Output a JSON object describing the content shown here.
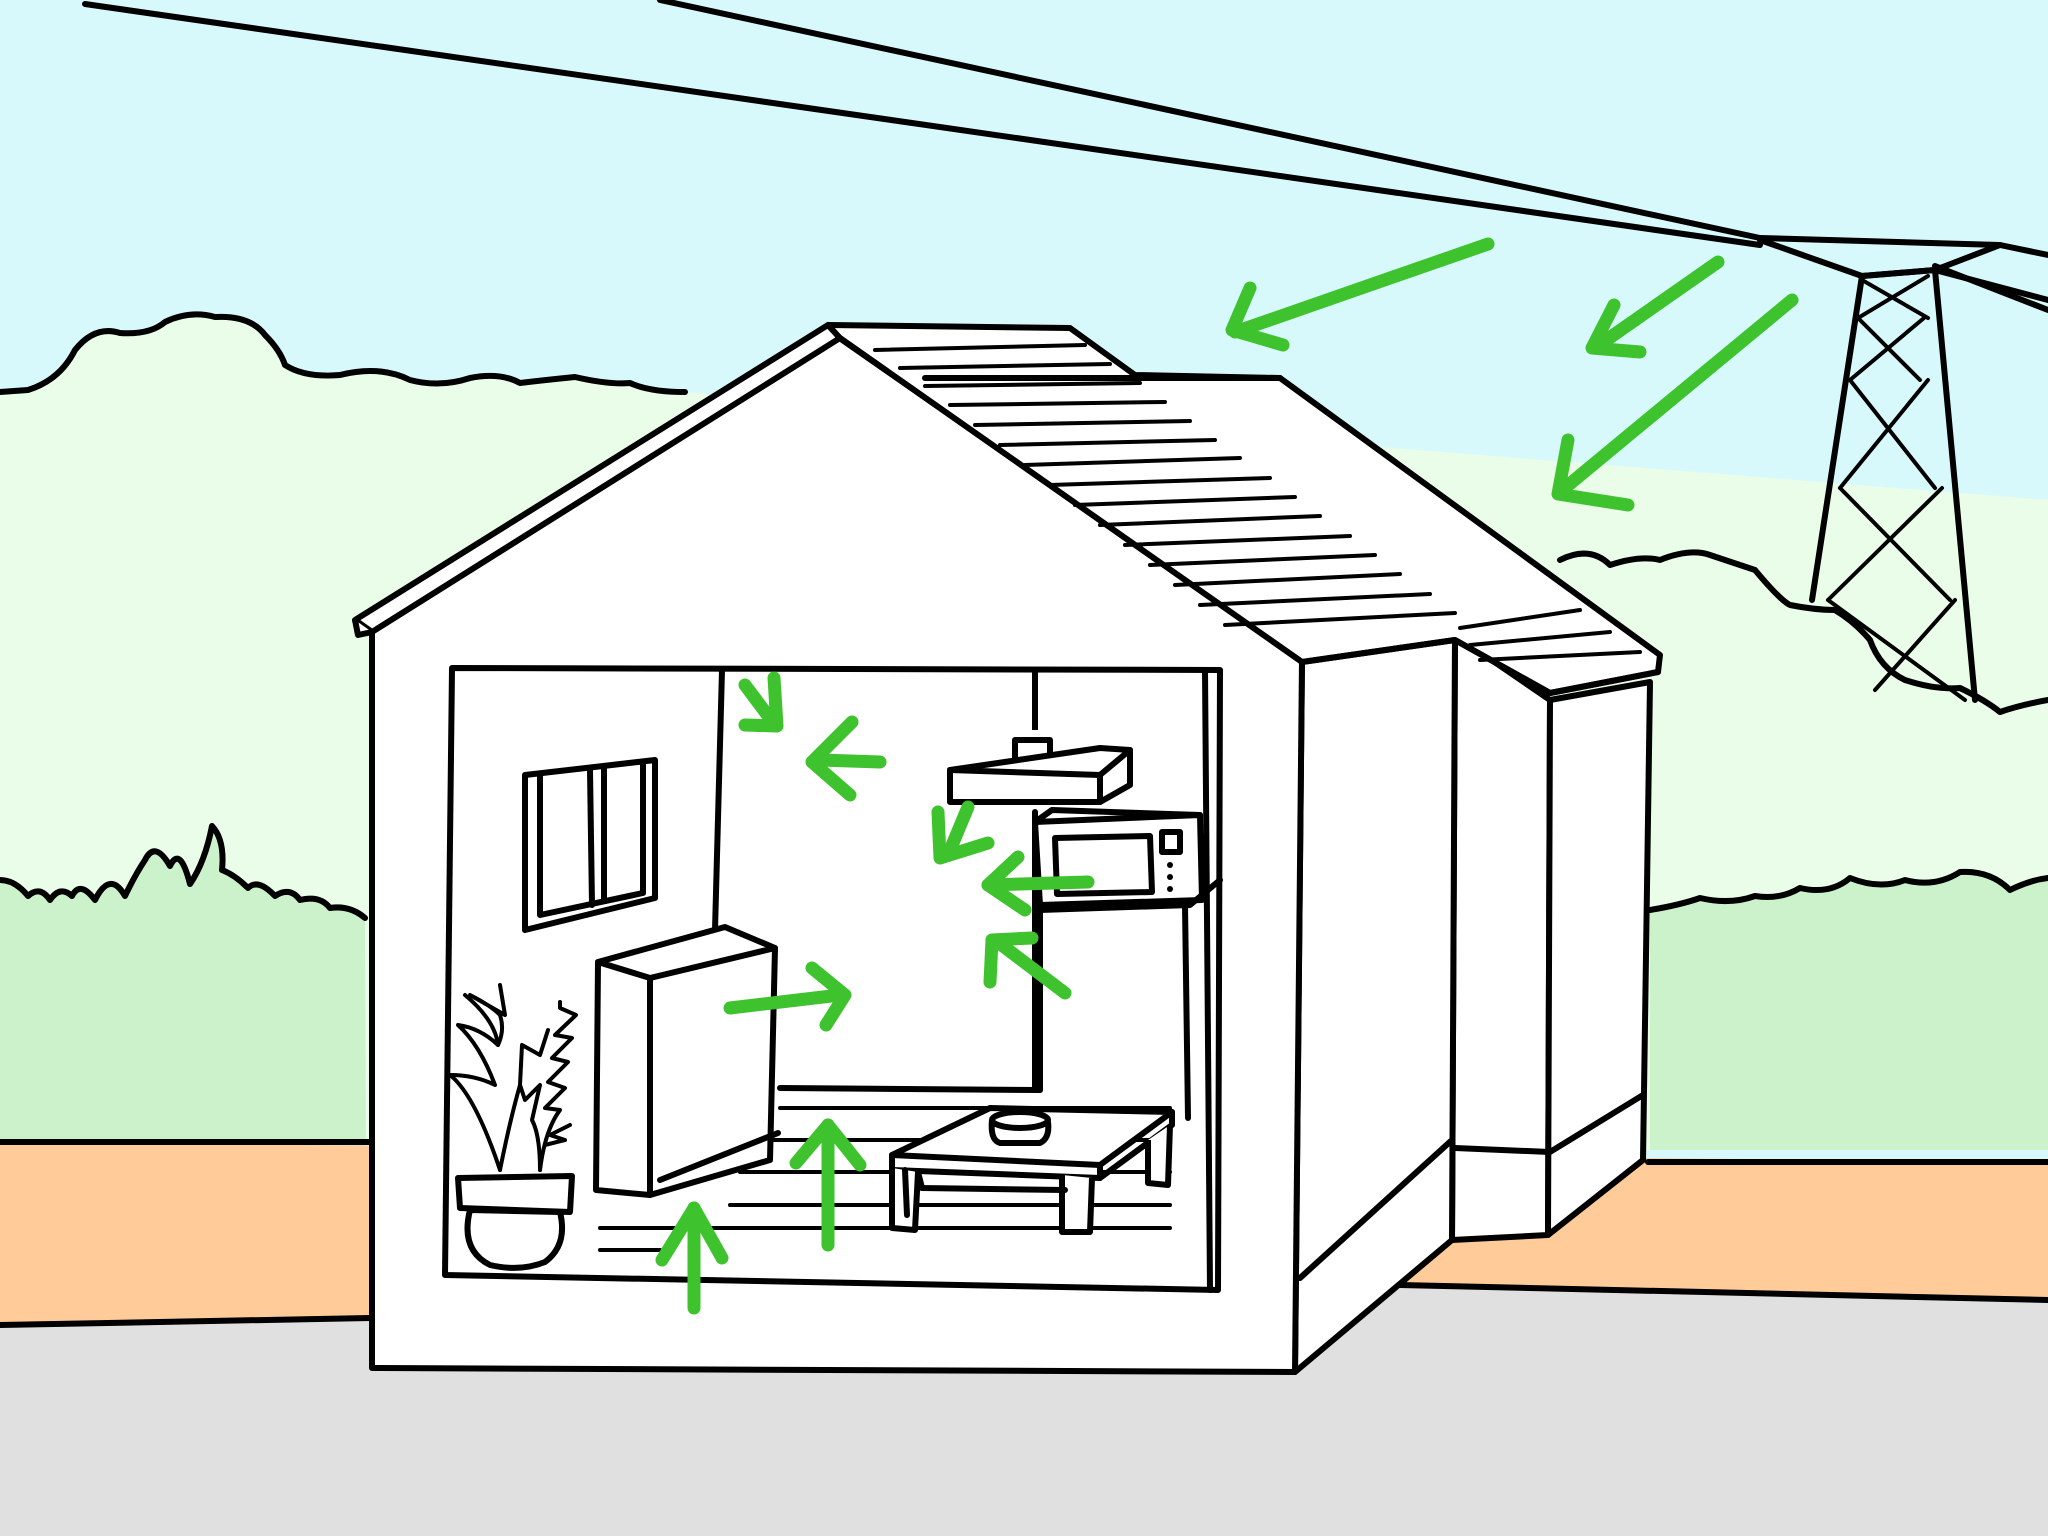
{
  "colors": {
    "sky": "#d8f9fc",
    "trees": "#e9fde9",
    "bushes": "#ccf2cc",
    "soil": "#ffcc99",
    "ground": "#e0e0e0",
    "arrows": "#3ec32e",
    "outline": "#000000",
    "walls": "#ffffff"
  },
  "scene": {
    "subject": "house-cutaway",
    "arrow_groups": [
      "outdoor-field",
      "indoor-sources"
    ]
  }
}
